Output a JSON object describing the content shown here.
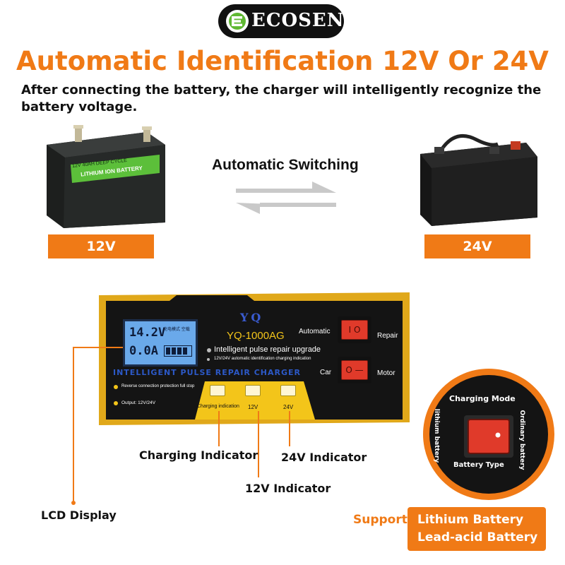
{
  "header": {
    "logo_text": "ECOSEN",
    "title": "Automatic Identification 12V Or 24V",
    "description": "After connecting the battery, the charger will intelligently recognize the battery voltage."
  },
  "batteries": {
    "left_label": "12V 40AH DEEP CYCLE",
    "left_sublabel": "LITHIUM ION BATTERY",
    "switch_label": "Automatic Switching",
    "badge_left": "12V",
    "badge_right": "24V"
  },
  "charger": {
    "lcd_voltage": "14.2V",
    "lcd_current": "0.0A",
    "lcd_mode_text": "充电模式   空载",
    "brand": "YQ",
    "model": "YQ-1000AG",
    "feature_1": "Intelligent pulse repair upgrade",
    "feature_2": "12V/24V automatic identification charging indication",
    "panel_slogan": "INTELLIGENT  PULSE  REPAIR  CHARGER",
    "reverse_text": "Reverse connection protection full stop",
    "output_text": "Output: 12V/24V",
    "pad_charging": "Charging indication",
    "pad_12v": "12V",
    "pad_24v": "24V",
    "toggle_top_left": "Automatic",
    "toggle_top_right": "Repair",
    "toggle_bottom_left": "Car",
    "toggle_bottom_right": "Motor",
    "toggle_top_symbol": "I  O",
    "toggle_bottom_symbol": "O  —"
  },
  "callouts": {
    "charging_indicator": "Charging Indicator",
    "v24_indicator": "24V Indicator",
    "v12_indicator": "12V Indicator",
    "lcd_display": "LCD Display"
  },
  "zoom": {
    "charging_mode": "Charging Mode",
    "lithium": "lithium battery",
    "ordinary": "Ordinary battery",
    "battery_type": "Battery Type"
  },
  "support": {
    "label": "Support",
    "line1": "Lithium Battery",
    "line2": "Lead-acid Battery"
  },
  "colors": {
    "accent_orange": "#f07a16",
    "panel_yellow": "#f3c51a",
    "lcd_blue": "#6aa9ea"
  }
}
